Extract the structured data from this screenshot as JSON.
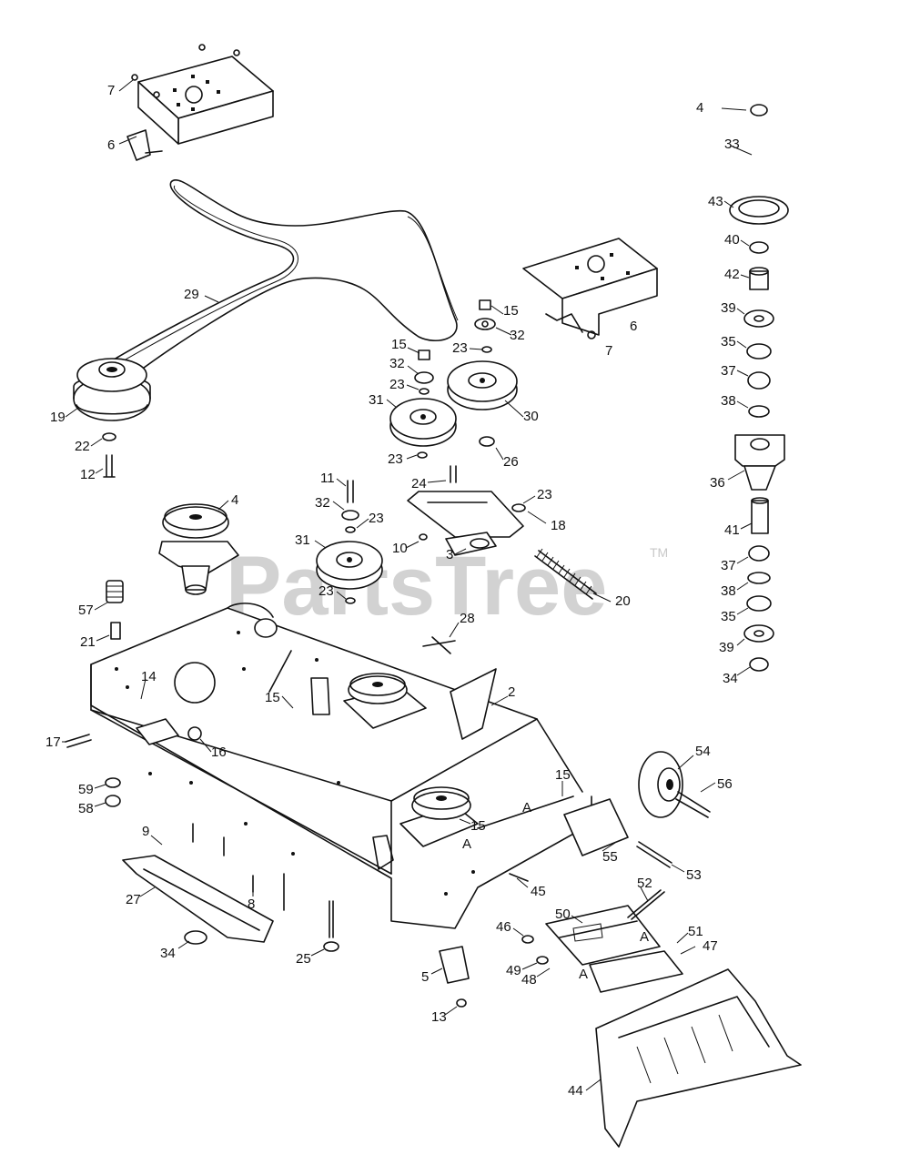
{
  "watermark": {
    "text": "PartsTree",
    "trademark": "TM"
  },
  "callouts": {
    "c4a": "4",
    "c4b": "4",
    "c33": "33",
    "c43": "43",
    "c40": "40",
    "c42": "42",
    "c39a": "39",
    "c35a": "35",
    "c37a": "37",
    "c38a": "38",
    "c36": "36",
    "c41": "41",
    "c37b": "37",
    "c38b": "38",
    "c35b": "35",
    "c39b": "39",
    "c34a": "34",
    "c7a": "7",
    "c6a": "6",
    "c6b": "6",
    "c7b": "7",
    "c29": "29",
    "c15a": "15",
    "c32a": "32",
    "c15b": "15",
    "c32b": "32",
    "c23a": "23",
    "c23b": "23",
    "c31a": "31",
    "c30": "30",
    "c19": "19",
    "c22": "22",
    "c12": "12",
    "c23c": "23",
    "c26": "26",
    "c24": "24",
    "c11": "11",
    "c32c": "32",
    "c23d": "23",
    "c23e": "23",
    "c18": "18",
    "c31b": "31",
    "c10": "10",
    "c3": "3",
    "c23f": "23",
    "c20": "20",
    "c57": "57",
    "c21": "21",
    "c28": "28",
    "c14": "14",
    "c2": "2",
    "c15c": "15",
    "c17": "17",
    "c16": "16",
    "c54": "54",
    "c56": "56",
    "c59": "59",
    "c58": "58",
    "c15d": "15",
    "c15e": "15",
    "c9": "9",
    "c55": "55",
    "c53": "53",
    "c27": "27",
    "c8": "8",
    "c45": "45",
    "c52": "52",
    "c46": "46",
    "c50": "50",
    "c51": "51",
    "c47": "47",
    "c34b": "34",
    "c25": "25",
    "c49": "49",
    "c48": "48",
    "c5": "5",
    "c13": "13",
    "c44": "44",
    "cA1": "A",
    "cA2": "A",
    "cA3": "A",
    "cA4": "A"
  }
}
